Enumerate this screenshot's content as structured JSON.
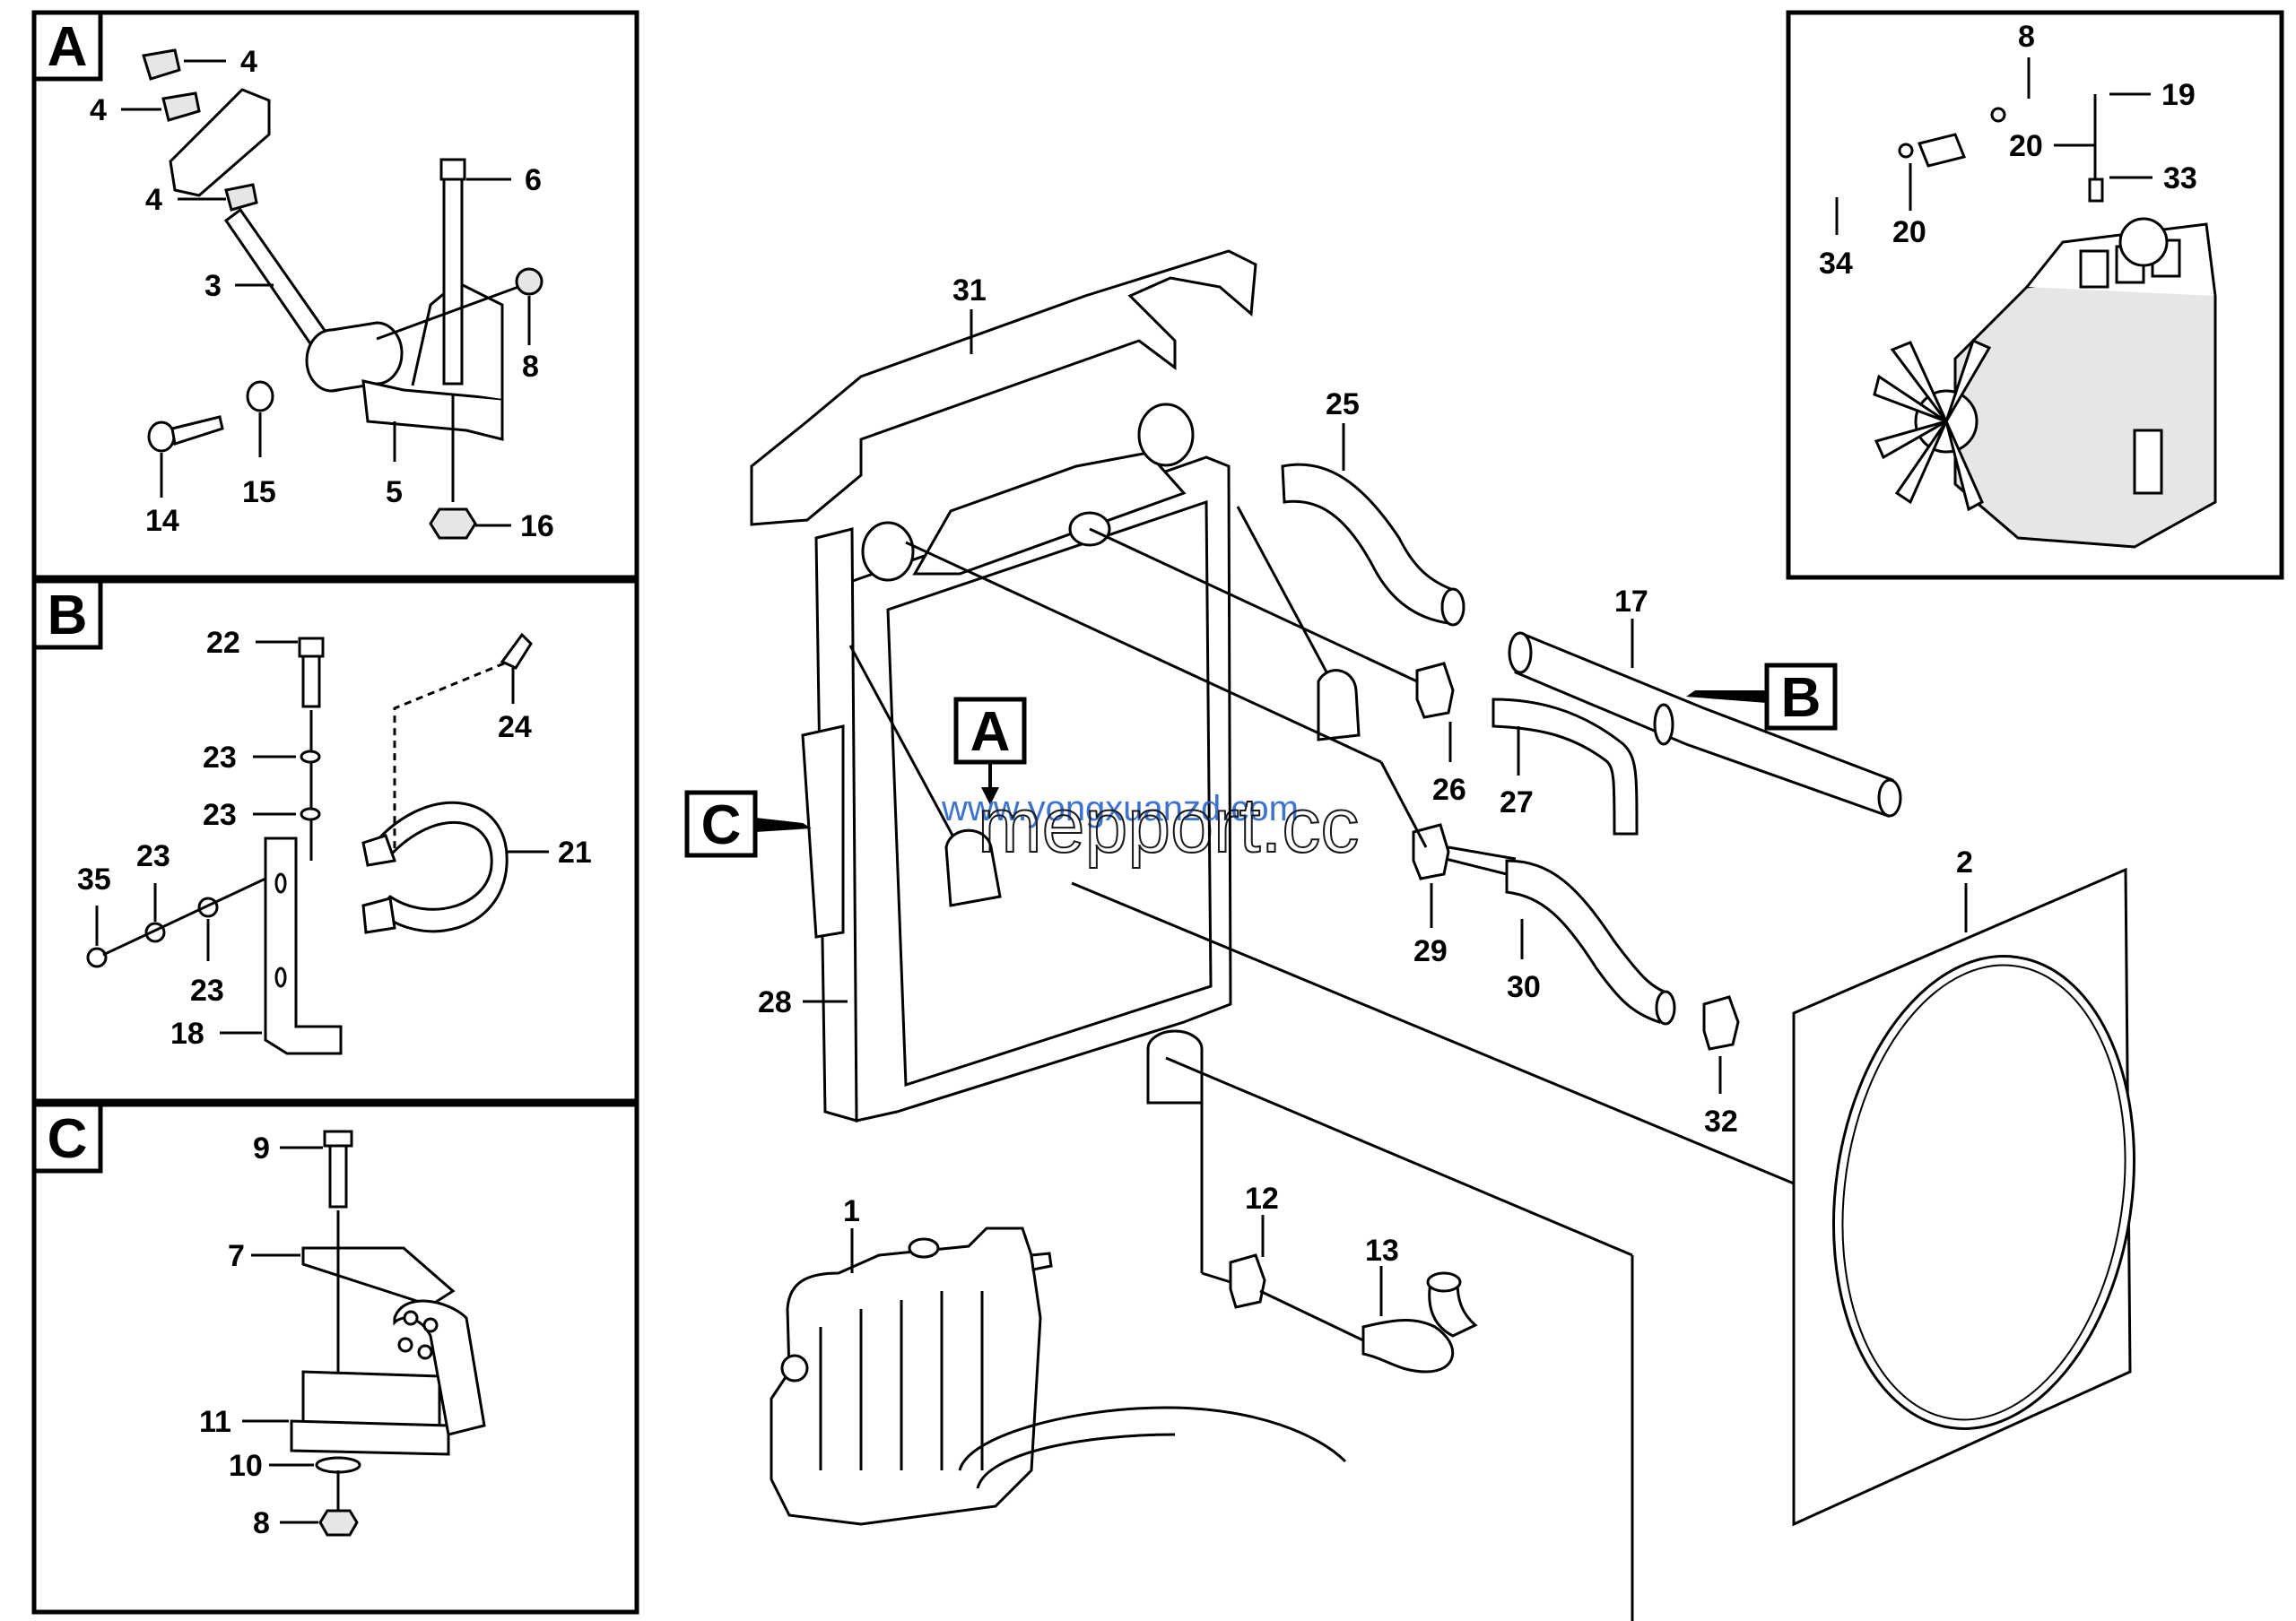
{
  "sections": [
    {
      "id": "A",
      "letter": "A"
    },
    {
      "id": "B",
      "letter": "B"
    },
    {
      "id": "C",
      "letter": "C"
    }
  ],
  "callouts": {
    "A": [
      "A"
    ],
    "B": [
      "B"
    ],
    "C": [
      "C"
    ]
  },
  "panel_a_parts": [
    "4",
    "4",
    "4",
    "6",
    "3",
    "8",
    "14",
    "15",
    "5",
    "16"
  ],
  "panel_b_parts": [
    "22",
    "24",
    "23",
    "23",
    "21",
    "35",
    "23",
    "23",
    "18"
  ],
  "panel_c_parts": [
    "9",
    "7",
    "11",
    "10",
    "8"
  ],
  "engine_parts": [
    "8",
    "19",
    "20",
    "33",
    "20",
    "34"
  ],
  "main_parts": [
    "31",
    "25",
    "17",
    "26",
    "27",
    "28",
    "29",
    "30",
    "32",
    "2",
    "1",
    "12",
    "13"
  ],
  "watermark": {
    "url": "www.yongxuanzd.com",
    "brand": "mepport.cc"
  }
}
